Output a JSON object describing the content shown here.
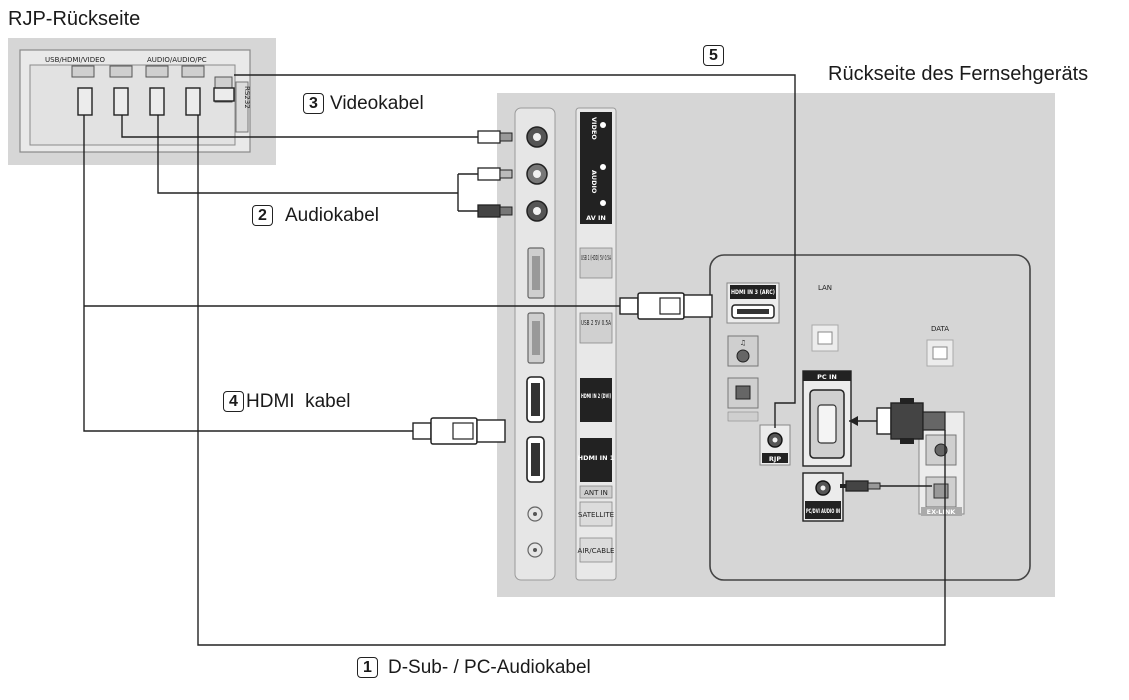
{
  "labels": {
    "rjp_rear": "RJP-Rückseite",
    "tv_rear": "Rückseite des Fernsehgeräts"
  },
  "rjp_panel": {
    "port_groups": [
      "USB/HDMI/VIDEO",
      "AUDIO/AUDIO/PC"
    ],
    "serial_label": "RS232"
  },
  "cables": [
    {
      "number": "1",
      "label": "D-Sub- / PC-Audiokabel"
    },
    {
      "number": "2",
      "label": "Audiokabel"
    },
    {
      "number": "3",
      "label": "Videokabel"
    },
    {
      "number": "4",
      "label": "HDMI  kabel"
    },
    {
      "number": "5",
      "label": ""
    }
  ],
  "tv_ports": {
    "av_in": "AV IN",
    "video": "VIDEO",
    "audio": "AUDIO",
    "usb1": "USB 1 (HDD) 5V 0.5A",
    "usb2": "USB 2 5V 0.5A",
    "hdmi3": "HDMI IN 3 (ARC)",
    "hdmi2": "HDMI IN 2 (DVI)",
    "hdmi1": "HDMI IN 1",
    "ant_in": "ANT IN",
    "sat": "SATELLITE",
    "air_cable": "AIR/CABLE",
    "lan": "LAN",
    "data": "DATA",
    "pc_in": "PC IN",
    "pc_dvi_audio": "PC/DVI AUDIO IN",
    "ex_link": "EX-LINK",
    "rjp": "RJP"
  }
}
